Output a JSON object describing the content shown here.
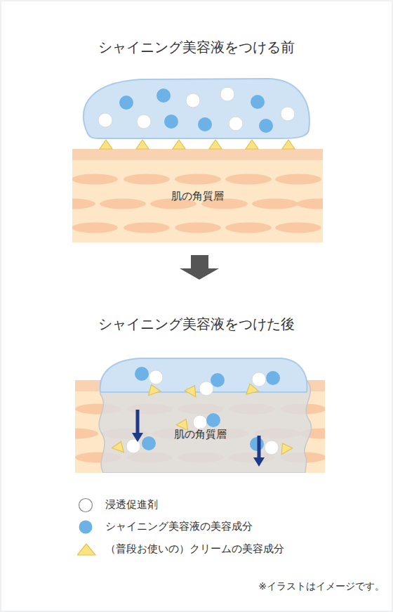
{
  "diagram": {
    "nodes": [
      {
        "text": [
          "肌の角質層"
        ]
      },
      {
        "text": [
          "肌の角質層"
        ]
      }
    ],
    "labels": [
      "シャイニング美容液をつける前",
      "シャイニング美容液をつけた後",
      "※イラストはイメージです。"
    ],
    "legend": [
      {
        "text": "浸透促進剤",
        "color": "#ffffff"
      },
      {
        "text": "シャイニング美容液の美容成分",
        "color": "#6cb2e6"
      },
      {
        "text": "（普段お使いの）クリームの美容成分",
        "color": "#fbe382"
      }
    ]
  }
}
